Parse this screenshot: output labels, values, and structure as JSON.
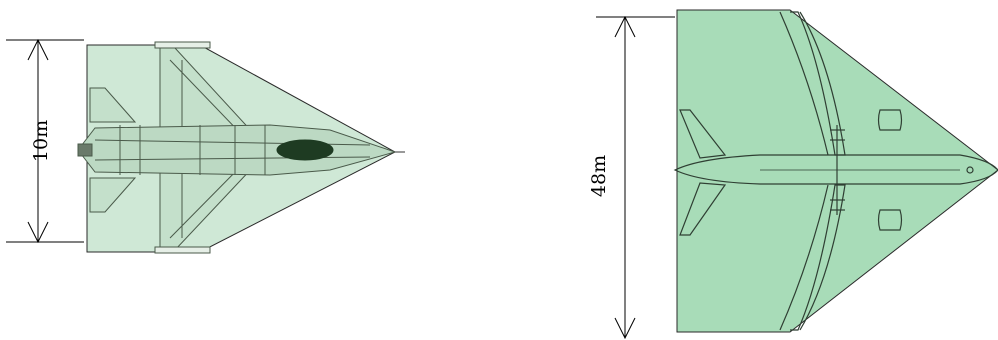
{
  "figure": {
    "left_panel": {
      "aircraft": "fighter-jet-top-view",
      "dimension_label": "10m"
    },
    "right_panel": {
      "aircraft": "airliner-top-view",
      "dimension_label": "48m"
    },
    "colors": {
      "envelope_fill_light": "#cfe8d6",
      "envelope_fill": "#a8dcb8",
      "outline": "#2a2a2a",
      "dimension_line": "#000000",
      "cockpit": "#1e3b22"
    }
  }
}
